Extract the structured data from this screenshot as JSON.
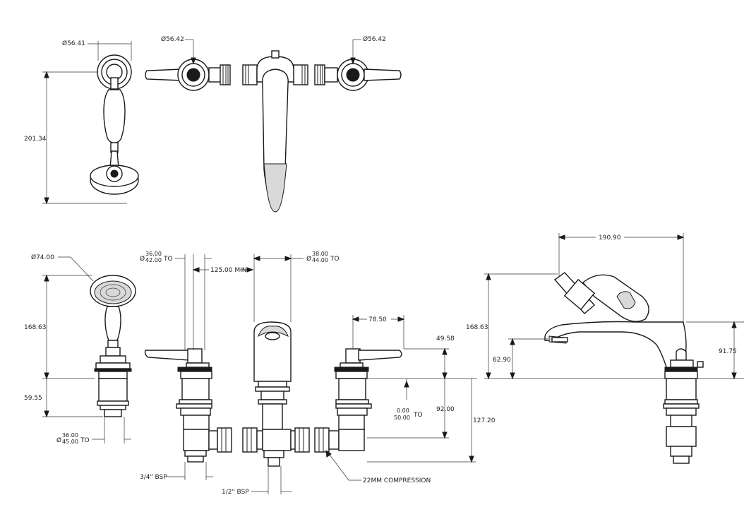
{
  "dimensions": {
    "top_handshower_dia": "Ø56.41",
    "top_left_valve_dia": "Ø56.42",
    "top_right_valve_dia": "Ø56.42",
    "top_handshower_height": "201.34",
    "handshower_head_dia": "Ø74.00",
    "handshower_height": "168.63",
    "handshower_below_deck": "59.55",
    "handshower_hole_dia_prefix": "Ø",
    "handshower_hole_dia_top": "36.00",
    "handshower_hole_dia_bottom": "45.00",
    "handshower_hole_to": "TO",
    "valve_hole_dia_prefix": "Ø",
    "valve_hole_dia_top": "36.00",
    "valve_hole_dia_bottom": "42.00",
    "valve_hole_to": "TO",
    "spout_spacing": "125.00 MIN",
    "spout_hole_dia_prefix": "Ø",
    "spout_hole_dia_top": "38.00",
    "spout_hole_dia_bottom": "44.00",
    "spout_hole_to": "TO",
    "lever_length": "78.50",
    "lever_height": "49.58",
    "deck_thickness_top": "0.00",
    "deck_thickness_bottom": "50.00",
    "deck_thickness_to": "TO",
    "below_deck_92": "92.00",
    "below_deck_127": "127.20",
    "inlet_bsp_34": "3/4\" BSP",
    "inlet_bsp_12": "1/2\" BSP",
    "compression": "22MM COMPRESSION",
    "side_spout_reach": "190.90",
    "side_total_height": "168.63",
    "side_spout_height": "62.90",
    "side_body_height": "91.75"
  }
}
